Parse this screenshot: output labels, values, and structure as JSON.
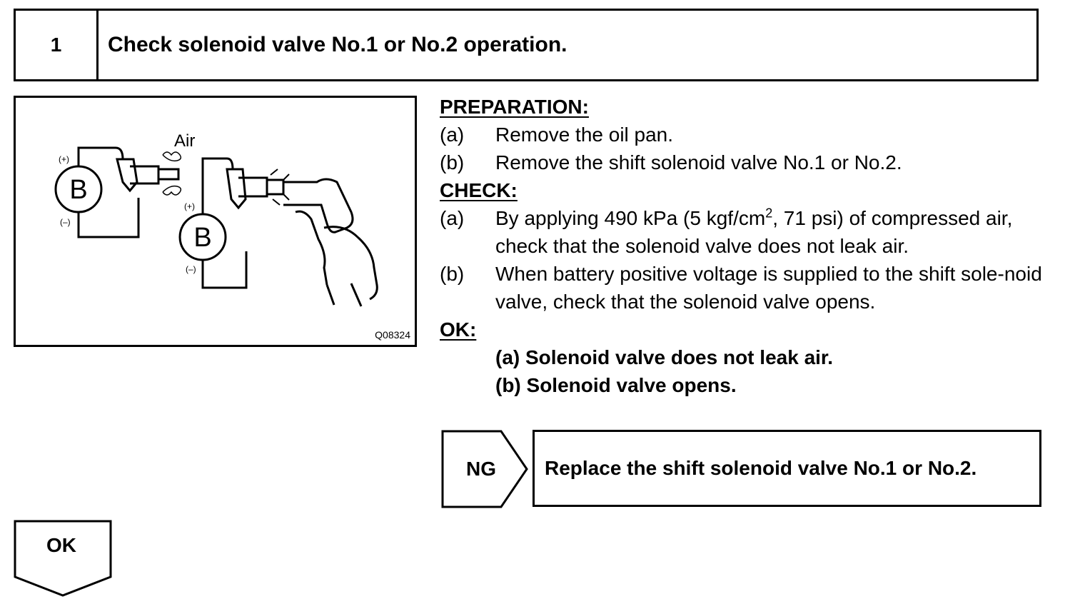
{
  "step": {
    "number": "1",
    "title": "Check solenoid valve No.1 or No.2 operation."
  },
  "figure": {
    "air_label": "Air",
    "battery_letter": "B",
    "plus": "(+)",
    "minus": "(–)",
    "code": "Q08324"
  },
  "preparation": {
    "heading": "PREPARATION:",
    "items": [
      {
        "label": "(a)",
        "text": "Remove the oil pan."
      },
      {
        "label": "(b)",
        "text": "Remove the shift solenoid valve No.1 or No.2."
      }
    ]
  },
  "check": {
    "heading": "CHECK:",
    "items": [
      {
        "label": "(a)",
        "text_before": "By applying 490 kPa (5 kgf/cm",
        "sup": "2",
        "text_after": ", 71 psi) of compressed air, check that the solenoid valve does not leak air."
      },
      {
        "label": "(b)",
        "text": "When battery positive voltage is supplied to the shift sole-noid valve, check that the solenoid valve opens."
      }
    ]
  },
  "ok_section": {
    "heading": "OK:",
    "lines": [
      "(a) Solenoid valve does not leak air.",
      "(b) Solenoid valve opens."
    ]
  },
  "ng": {
    "label": "NG",
    "action": "Replace the shift solenoid valve No.1 or No.2."
  },
  "ok_arrow": {
    "label": "OK"
  }
}
